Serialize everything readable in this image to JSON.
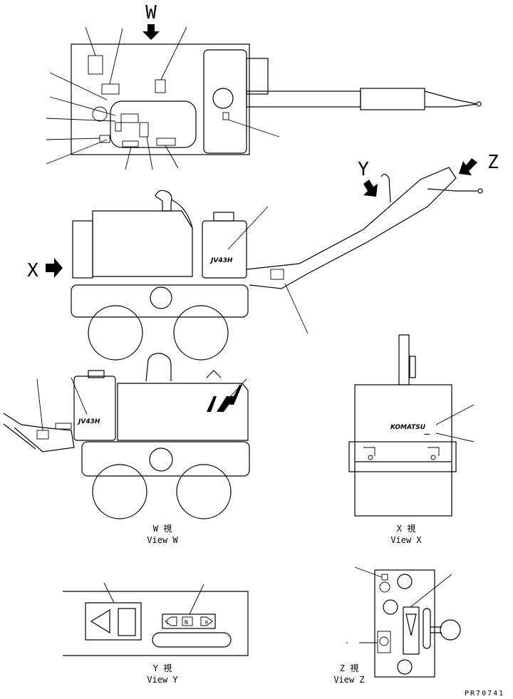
{
  "view_markers": {
    "w": "W",
    "x": "X",
    "y": "Y",
    "z": "Z"
  },
  "captions": {
    "view_w_jp": "W 視",
    "view_w_en": "View W",
    "view_x_jp": "X 視",
    "view_x_en": "View X",
    "view_y_jp": "Y 視",
    "view_y_en": "View Y",
    "view_z_jp": "Z 視",
    "view_z_en": "View Z"
  },
  "decals": {
    "model_side": "JV43H",
    "model_rear": "JV43H",
    "brand": "KOMATSU",
    "dash": "—",
    "switch_left": "L",
    "switch_mid": "N",
    "switch_right": "R"
  },
  "drawing_code": "PR70741"
}
